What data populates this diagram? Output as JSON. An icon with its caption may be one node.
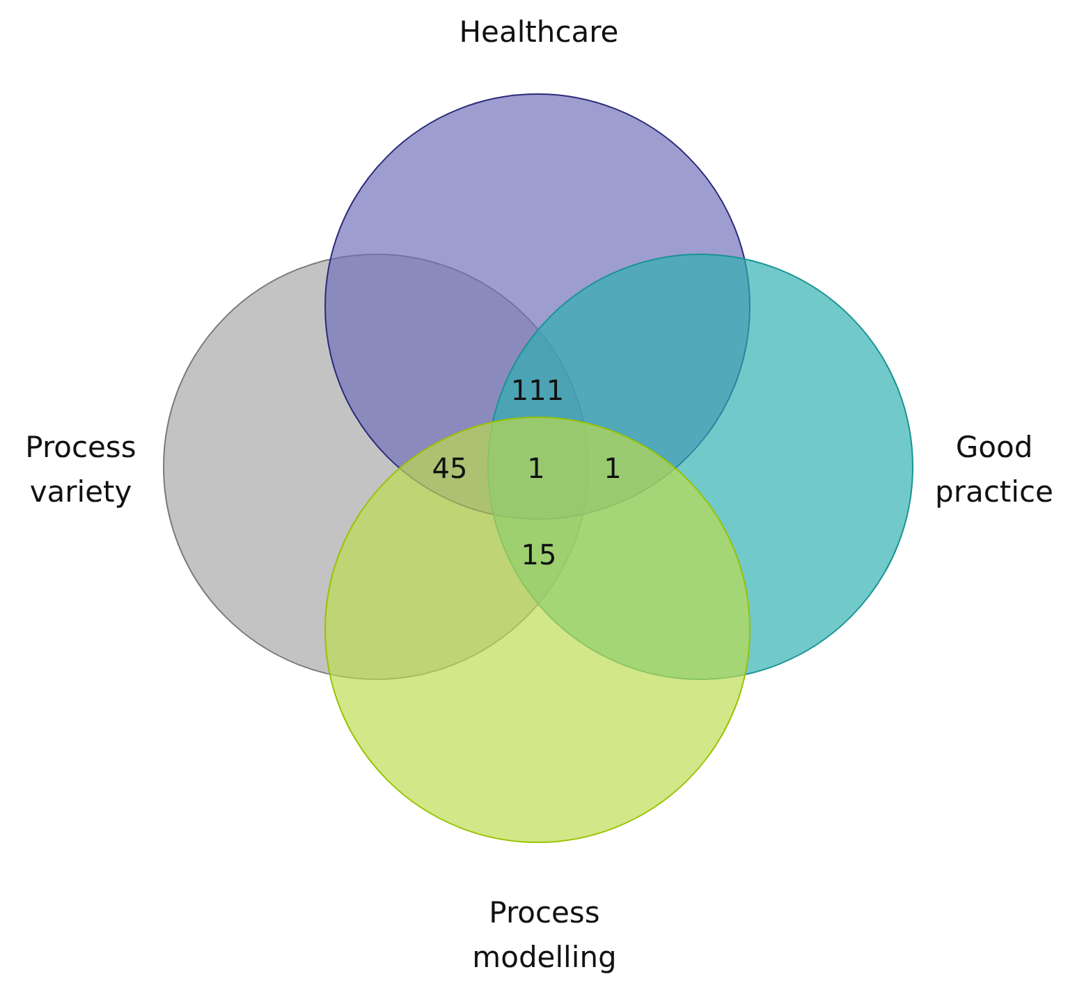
{
  "diagram": {
    "nodes": [
      {
        "text": [
          "Healthcare"
        ]
      },
      {
        "text": [
          "Process variety"
        ]
      },
      {
        "text": [
          "Good practice"
        ]
      },
      {
        "text": [
          "Process modelling"
        ]
      }
    ],
    "labels": [
      "111",
      "45",
      "1",
      "1",
      "15"
    ]
  }
}
